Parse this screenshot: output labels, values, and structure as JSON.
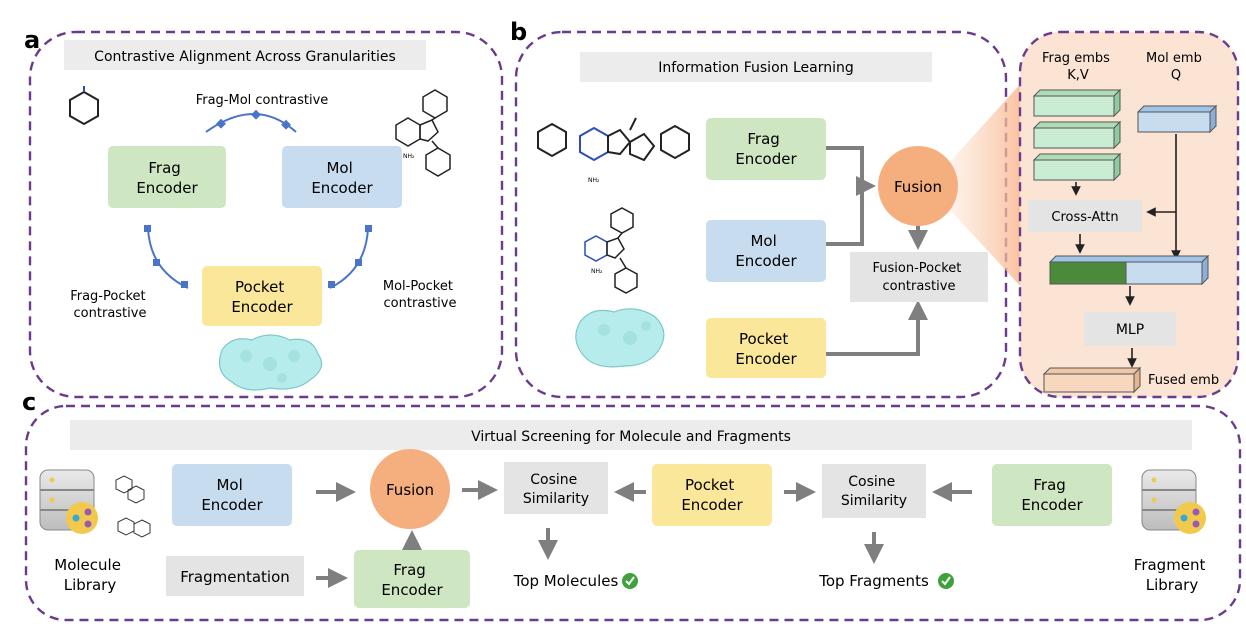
{
  "panels": {
    "a": {
      "letter": "a",
      "title": "Contrastive Alignment Across Granularities",
      "frag_encoder": [
        "Frag",
        "Encoder"
      ],
      "mol_encoder": [
        "Mol",
        "Encoder"
      ],
      "pocket_encoder": [
        "Pocket",
        "Encoder"
      ],
      "frag_mol_label": "Frag-Mol contrastive",
      "frag_pocket_label": [
        "Frag-Pocket",
        "contrastive"
      ],
      "mol_pocket_label": [
        "Mol-Pocket",
        "contrastive"
      ]
    },
    "b": {
      "letter": "b",
      "title": "Information Fusion Learning",
      "frag_encoder": [
        "Frag",
        "Encoder"
      ],
      "mol_encoder": [
        "Mol",
        "Encoder"
      ],
      "pocket_encoder": [
        "Pocket",
        "Encoder"
      ],
      "fusion": "Fusion",
      "fusion_pocket": [
        "Fusion-Pocket",
        "contrastive"
      ],
      "nh2": "NH₂",
      "detail": {
        "frag_embs": [
          "Frag embs",
          "K,V"
        ],
        "mol_emb": [
          "Mol emb",
          "Q"
        ],
        "cross_attn": "Cross-Attn",
        "mlp": "MLP",
        "fused_emb": "Fused emb"
      }
    },
    "c": {
      "letter": "c",
      "title": "Virtual Screening for Molecule and Fragments",
      "mol_encoder": [
        "Mol",
        "Encoder"
      ],
      "fusion": "Fusion",
      "cosine1": [
        "Cosine",
        "Similarity"
      ],
      "pocket_encoder": [
        "Pocket",
        "Encoder"
      ],
      "cosine2": [
        "Cosine",
        "Similarity"
      ],
      "frag_encoder_right": [
        "Frag",
        "Encoder"
      ],
      "fragmentation": "Fragmentation",
      "frag_encoder_bottom": [
        "Frag",
        "Encoder"
      ],
      "top_molecules": "Top Molecules",
      "top_fragments": "Top Fragments",
      "molecule_library": [
        "Molecule",
        "Library"
      ],
      "fragment_library": [
        "Fragment",
        "Library"
      ]
    }
  },
  "colors": {
    "frame": "#6b3b8e",
    "frag": "#cfe6c2",
    "mol": "#c7dcef",
    "pocket": "#fbe79a",
    "fusion": "#f5ae7e",
    "gray": "#e4e4e4",
    "title_bar": "#ececec",
    "arrow": "#7f7f7f",
    "contrast_arc": "#4a74c9",
    "detail_bg": "#fbe4d3",
    "check": "#3ea23a",
    "protein": "#b7ecec"
  }
}
